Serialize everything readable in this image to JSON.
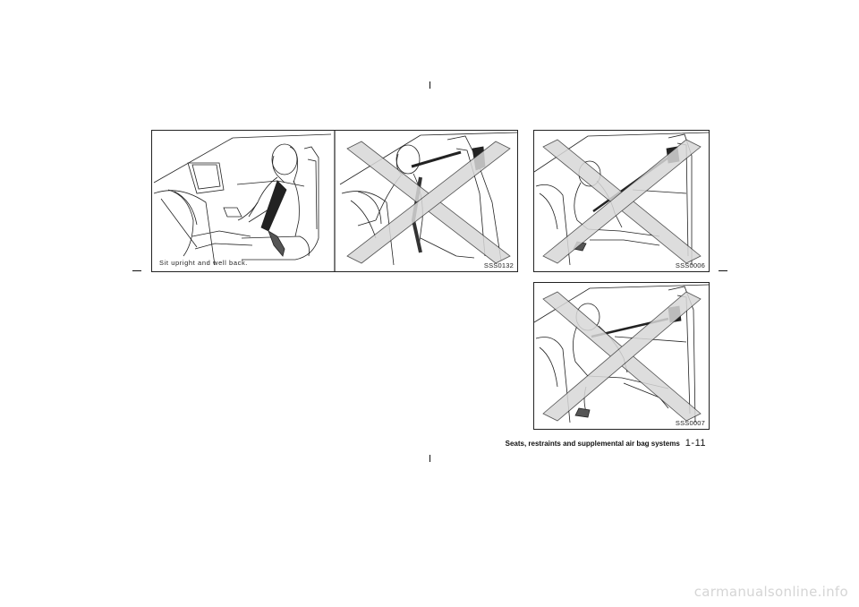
{
  "figure_left": {
    "caption": "Sit upright and well back.",
    "code": "SSS0132"
  },
  "figure_right_top": {
    "code": "SSS0006"
  },
  "figure_right_bottom": {
    "code": "SSS0007"
  },
  "footer": {
    "section_title": "Seats, restraints and supplemental air bag systems",
    "page_number": "1-11"
  },
  "watermark": "carmanualsonline.info"
}
